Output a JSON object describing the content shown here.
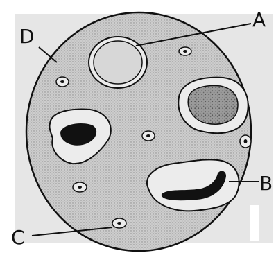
{
  "labels": {
    "a": "A",
    "b": "B",
    "c": "C",
    "d": "D"
  },
  "colors": {
    "ink": "#111111",
    "cytoplasm": "#c9c9c9",
    "background_smudge": "#e3e3e3",
    "vacuole_fill": "#d7d7d7",
    "halo": "#ececec",
    "stipple": "#8a8a8a"
  }
}
